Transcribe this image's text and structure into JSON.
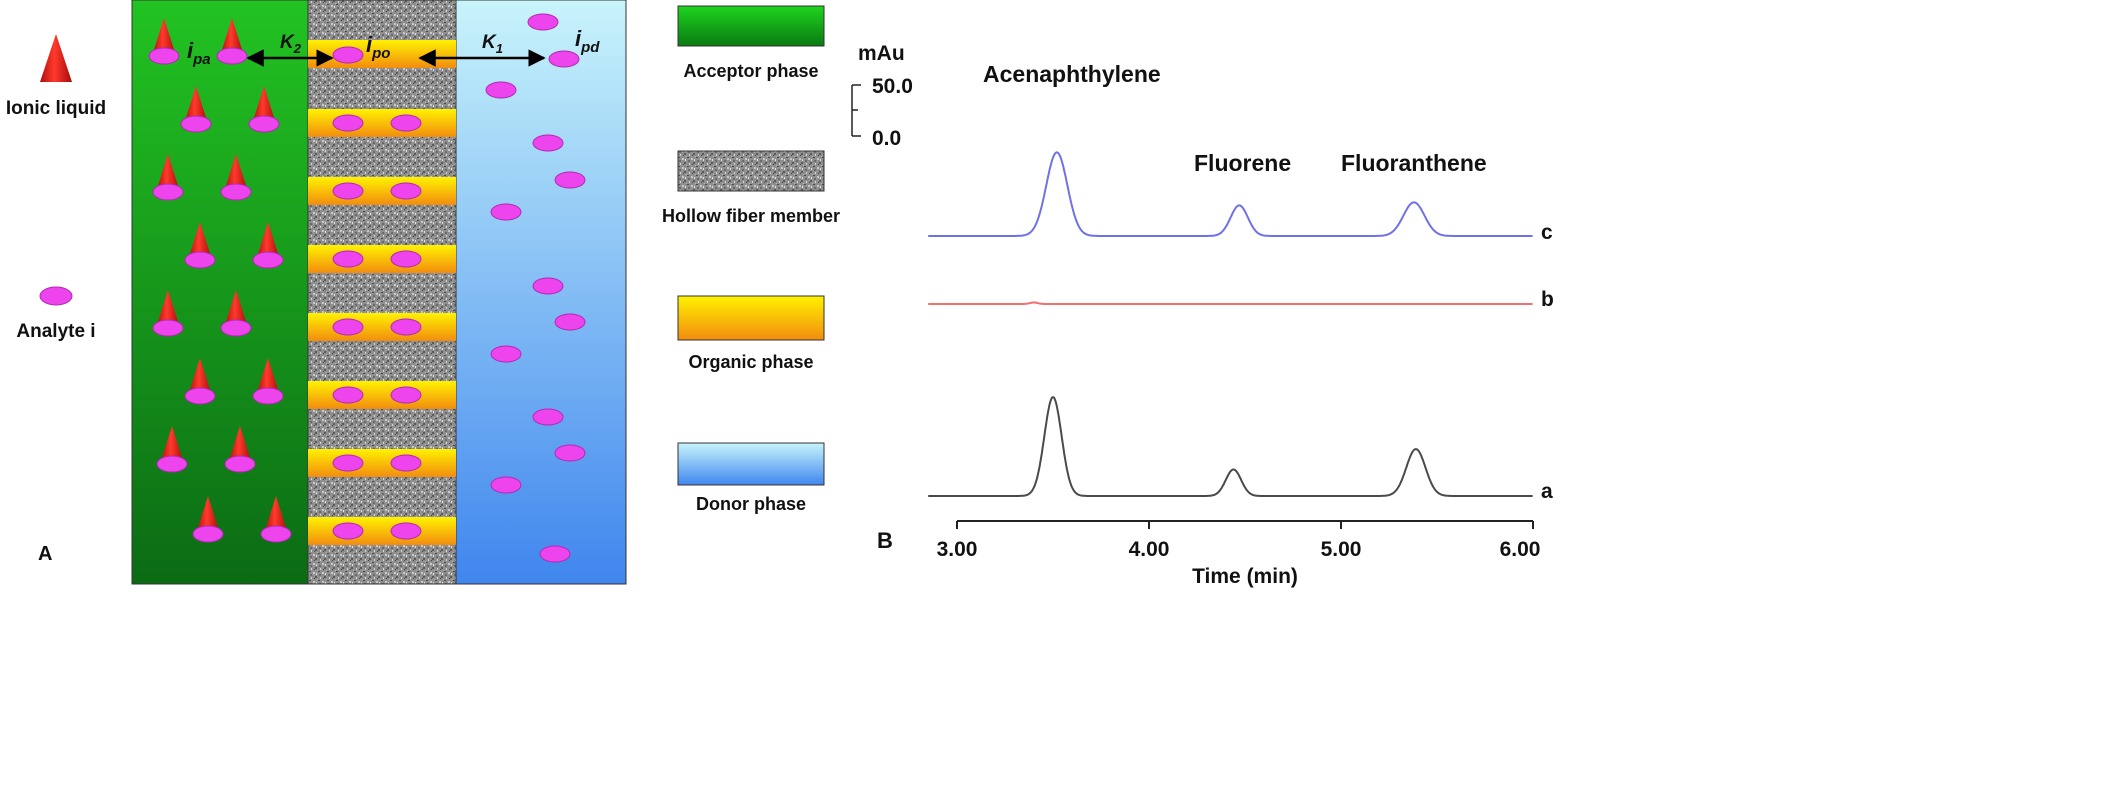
{
  "panel_a": {
    "panel_label": "A",
    "key": [
      {
        "icon": "ionic-liquid-cone-icon",
        "label": "Ionic liquid"
      },
      {
        "icon": "analyte-ellipse-icon",
        "label": "Analyte i"
      }
    ],
    "transfer": {
      "k2": {
        "sym": "K",
        "sub": "2"
      },
      "k1": {
        "sym": "K",
        "sub": "1"
      },
      "ipa": {
        "sym": "i",
        "sub": "pa"
      },
      "ipo": {
        "sym": "i",
        "sub": "po"
      },
      "ipd": {
        "sym": "i",
        "sub": "pd"
      }
    },
    "legend": [
      {
        "label": "Acceptor phase",
        "swatch": "acceptor"
      },
      {
        "label": "Hollow fiber member",
        "swatch": "fiber"
      },
      {
        "label": "Organic phase",
        "swatch": "organic"
      },
      {
        "label": "Donor phase",
        "swatch": "donor"
      }
    ],
    "colors": {
      "acceptor_light": "#22c322",
      "acceptor_dark": "#0b6b14",
      "organic_light": "#fff200",
      "organic_dark": "#f28c0f",
      "donor_light": "#c8f4fb",
      "donor_dark": "#3f86ee",
      "fiber": "#8f8f8f",
      "cone": "#e0191b",
      "analyte": "#ee44ee"
    }
  },
  "panel_b": {
    "panel_label": "B",
    "scale_unit": "mAu",
    "scale_ticks": [
      "50.0",
      "0.0"
    ],
    "xlabel": "Time (min)",
    "xticks": [
      "3.00",
      "4.00",
      "5.00",
      "6.00"
    ],
    "peaks": [
      "Acenaphthylene",
      "Fluorene",
      "Fluoranthene"
    ],
    "trace_labels": [
      "c",
      "b",
      "a"
    ]
  },
  "chart_data": {
    "type": "line",
    "xlabel": "Time (min)",
    "ylabel": "mAu",
    "xlim": [
      3.0,
      6.0
    ],
    "x_ticks": [
      3.0,
      4.0,
      5.0,
      6.0
    ],
    "y_scale_bar": [
      0.0,
      50.0
    ],
    "series": [
      {
        "name": "c",
        "color": "#6f72e6",
        "baseline": 0,
        "peaks": [
          {
            "name": "Acenaphthylene",
            "time": 3.52,
            "height": 82,
            "width": 0.055
          },
          {
            "name": "Fluorene",
            "time": 4.47,
            "height": 30,
            "width": 0.045
          },
          {
            "name": "Fluoranthene",
            "time": 5.38,
            "height": 33,
            "width": 0.055
          }
        ]
      },
      {
        "name": "b",
        "color": "#ef7070",
        "baseline": 0,
        "peaks": [
          {
            "name": "",
            "time": 3.4,
            "height": 1.5,
            "width": 0.02
          }
        ]
      },
      {
        "name": "a",
        "color": "#4a4a4a",
        "baseline": 0,
        "peaks": [
          {
            "name": "Acenaphthylene",
            "time": 3.5,
            "height": 97,
            "width": 0.045
          },
          {
            "name": "Fluorene",
            "time": 4.44,
            "height": 26,
            "width": 0.04
          },
          {
            "name": "Fluoranthene",
            "time": 5.39,
            "height": 46,
            "width": 0.05
          }
        ]
      }
    ]
  }
}
